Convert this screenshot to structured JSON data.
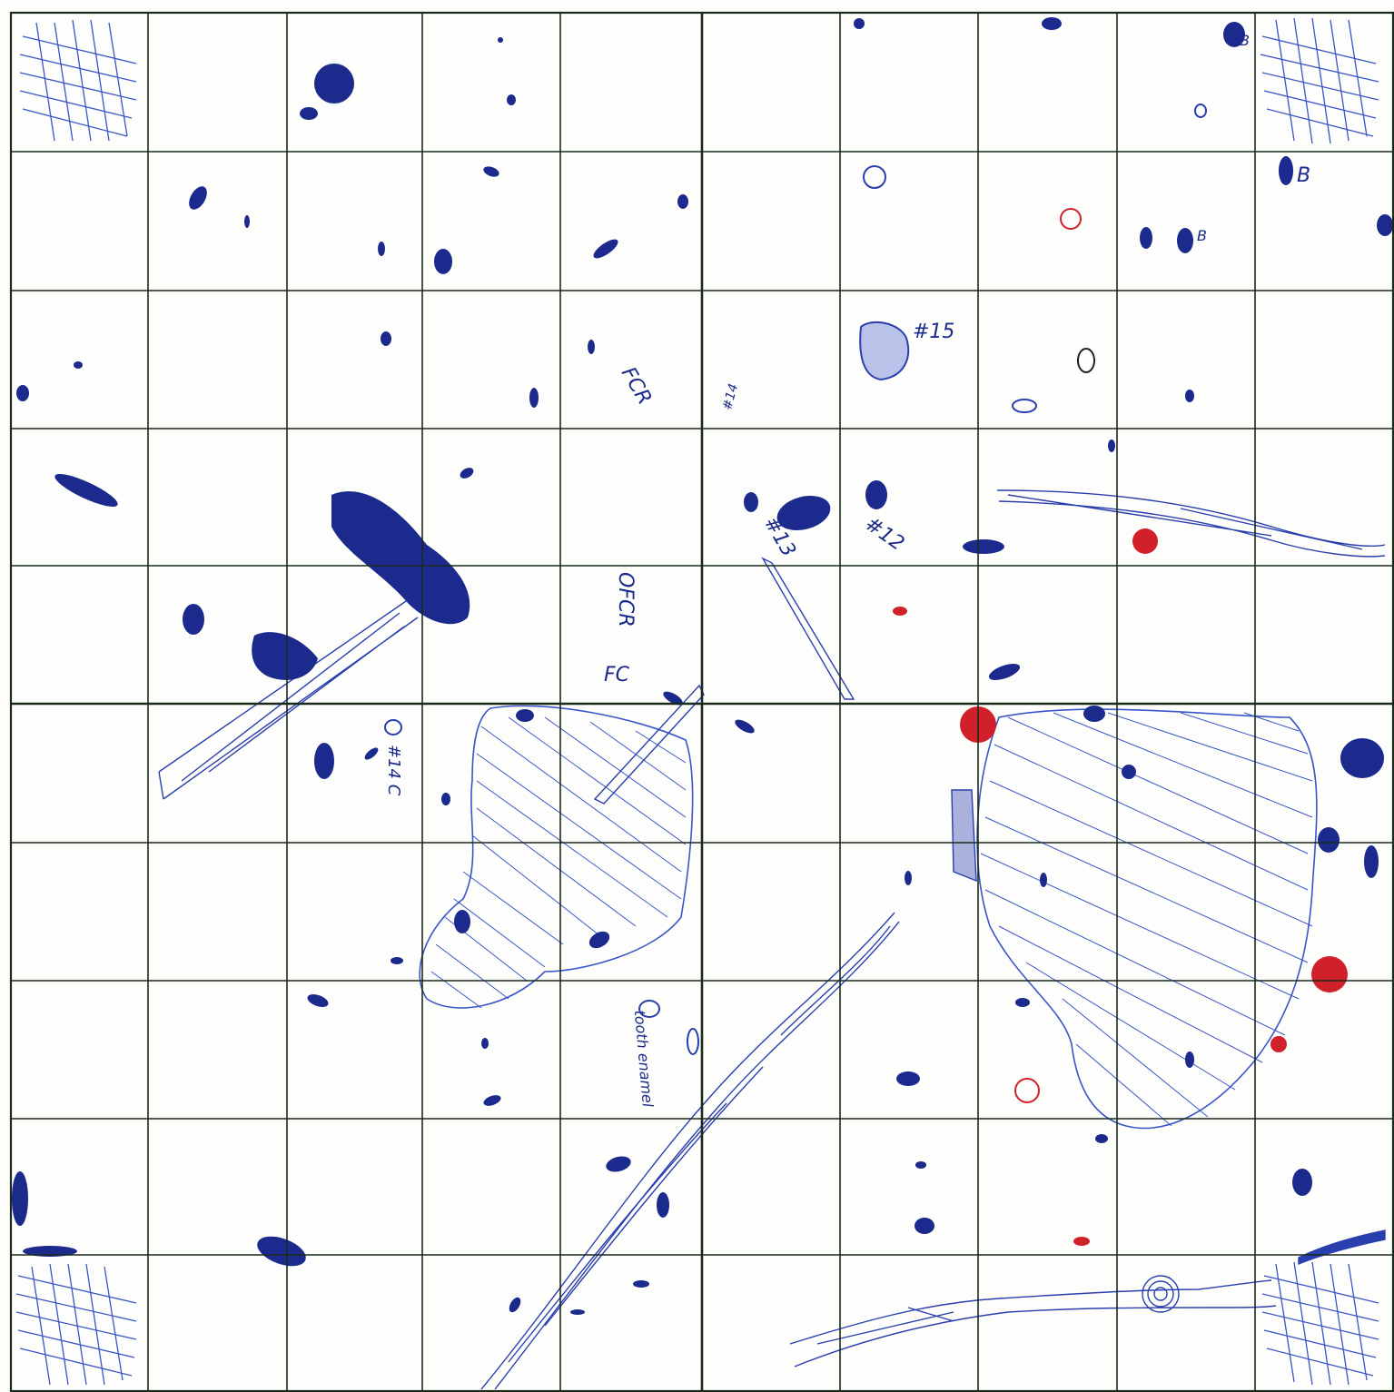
{
  "sheet": {
    "title": "",
    "colors": {
      "paper": "#fdfdfb",
      "grid": "#1a2a1a",
      "ink_blue": "#1b2a8c",
      "ink_light": "#3a55c8",
      "ink_red": "#d0202a",
      "ink_black": "#222222"
    },
    "grid": {
      "rows": 10,
      "columns": 10
    },
    "labels": {
      "l15": "#15",
      "l14": "#14",
      "l13": "#13",
      "l12": "#12",
      "fcr1": "FCR",
      "fcr2": "OFCR",
      "fcr3": "FC",
      "c14": "#14 C",
      "b1": "B",
      "b2": "B",
      "b3": "B",
      "tooth": "tooth enamel"
    }
  }
}
